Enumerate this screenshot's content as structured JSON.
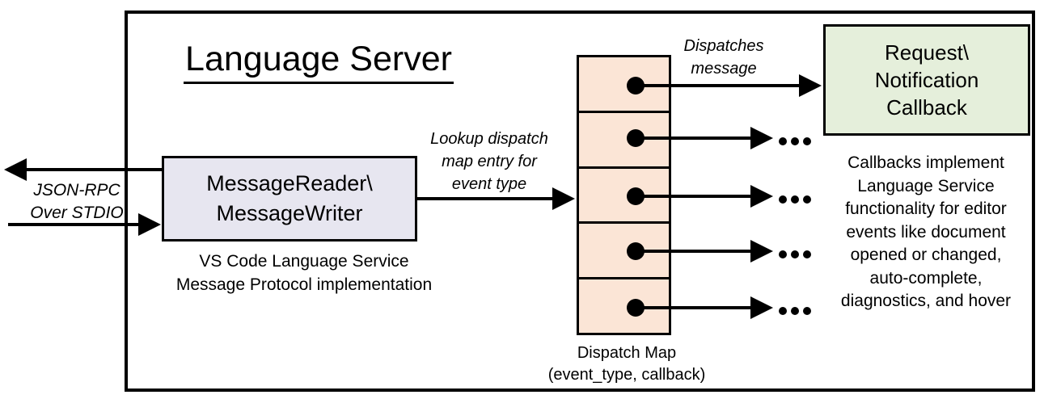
{
  "diagram": {
    "title": "Language Server",
    "nodes": {
      "message_reader": {
        "label_line1": "MessageReader\\",
        "label_line2": "MessageWriter",
        "fill": "#e7e6f0",
        "caption_line1": "VS Code Language Service",
        "caption_line2": "Message Protocol implementation"
      },
      "dispatch_map": {
        "fill": "#fbe5d6",
        "row_count": 5,
        "caption_line1": "Dispatch Map",
        "caption_line2": "(event_type, callback)"
      },
      "callback": {
        "label_line1": "Request\\",
        "label_line2": "Notification",
        "label_line3": "Callback",
        "fill": "#e5efdb"
      }
    },
    "labels": {
      "json_rpc_line1": "JSON-RPC",
      "json_rpc_line2": "Over STDIO",
      "lookup_line1": "Lookup dispatch",
      "lookup_line2": "map entry for",
      "lookup_line3": "event type",
      "dispatches_line1": "Dispatches",
      "dispatches_line2": "message",
      "ellipsis": "..."
    },
    "callbacks_note": [
      "Callbacks implement",
      "Language Service",
      "functionality for editor",
      "events like document",
      "opened or changed,",
      "auto-complete,",
      "diagnostics, and hover"
    ],
    "colors": {
      "line": "#000000",
      "background": "#ffffff"
    }
  }
}
